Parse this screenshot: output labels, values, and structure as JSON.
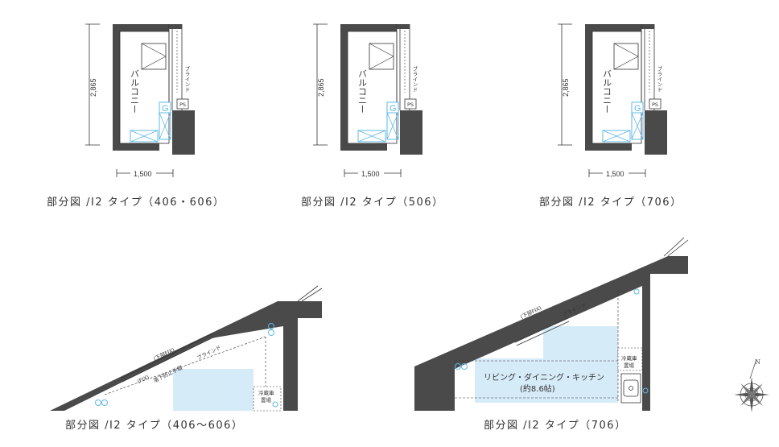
{
  "captions": {
    "plan_top_1": "部分図 /I2 タイプ（406・606）",
    "plan_top_2": "部分図 /I2 タイプ（506）",
    "plan_top_3": "部分図 /I2 タイプ（706）",
    "plan_bottom_1": "部分図 /I2 タイプ（406〜606）",
    "plan_bottom_2": "部分図 /I2 タイプ（706）"
  },
  "dimensions": {
    "height": "2,865",
    "width": "1,500"
  },
  "labels": {
    "balcony": "バルコニー",
    "blind": "ブラインド",
    "ps": "PS",
    "gas": "G",
    "lower_fix": "(下部FIX)",
    "fix": "(FIX)",
    "fall_rail": "落下防止手摺",
    "fridge_line1": "冷蔵庫",
    "fridge_line2": "置場",
    "ldk_name": "リビング・ダイニング・キッチン",
    "ldk_size": "(約8.6帖)",
    "north": "N"
  },
  "colors": {
    "wall": "#4a4a4a",
    "floor_blue": "#d6ebf8",
    "fixture_blue": "#5fb8e6",
    "line": "#333333"
  }
}
